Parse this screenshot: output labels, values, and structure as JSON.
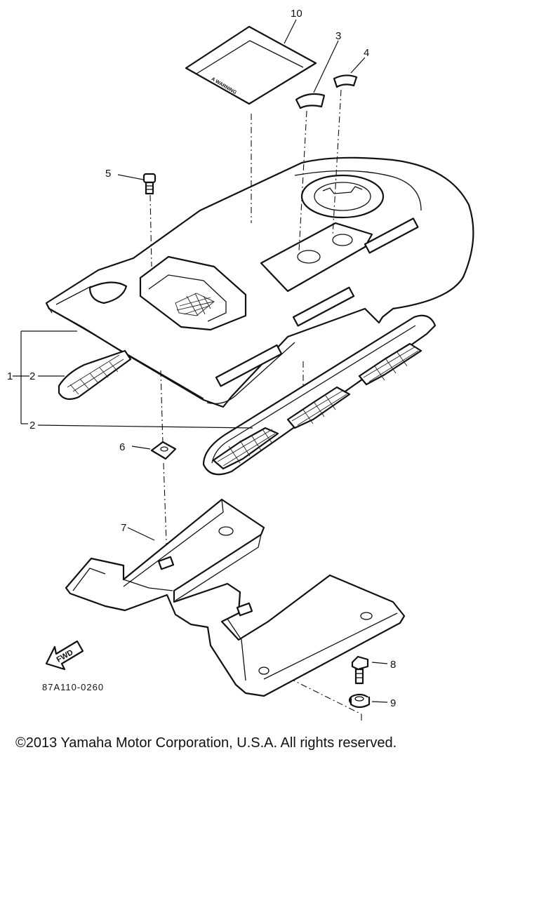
{
  "callouts": {
    "c1": "1",
    "c2a": "2",
    "c2b": "2",
    "c3": "3",
    "c4": "4",
    "c5": "5",
    "c6": "6",
    "c7": "7",
    "c8": "8",
    "c9": "9",
    "c10": "10"
  },
  "warning_label_text": "A WARNING",
  "fwd_arrow_text": "FWD",
  "diagram_code": "87A110-0260",
  "copyright": "©2013 Yamaha Motor Corporation, U.S.A. All rights reserved."
}
